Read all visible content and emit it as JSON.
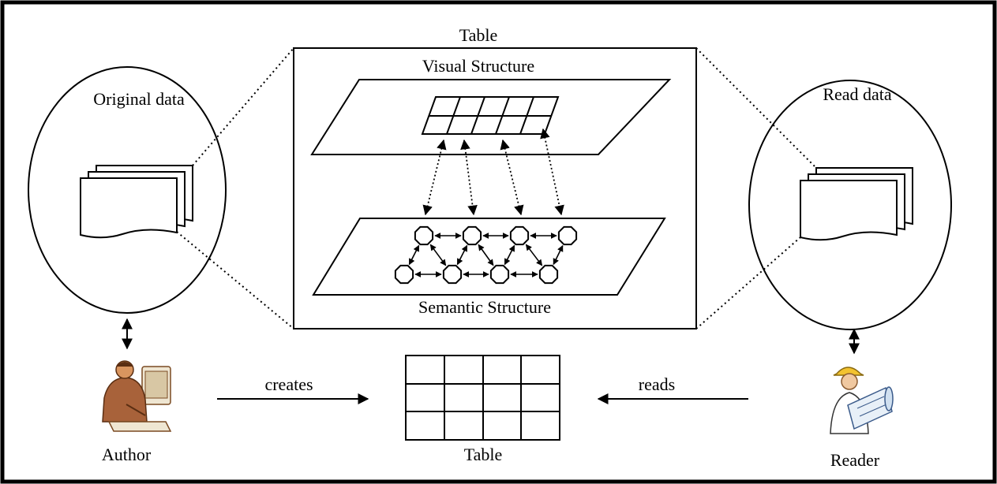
{
  "labels": {
    "original_data": "Original data",
    "read_data": "Read data",
    "table_top": "Table",
    "visual_structure": "Visual Structure",
    "semantic_structure": "Semantic Structure",
    "creates": "creates",
    "reads": "reads",
    "table_bottom": "Table",
    "author": "Author",
    "reader": "Reader"
  },
  "icons": {
    "author": "person-at-computer-icon",
    "reader": "person-with-blueprints-icon",
    "documents": "document-stack-icon"
  }
}
